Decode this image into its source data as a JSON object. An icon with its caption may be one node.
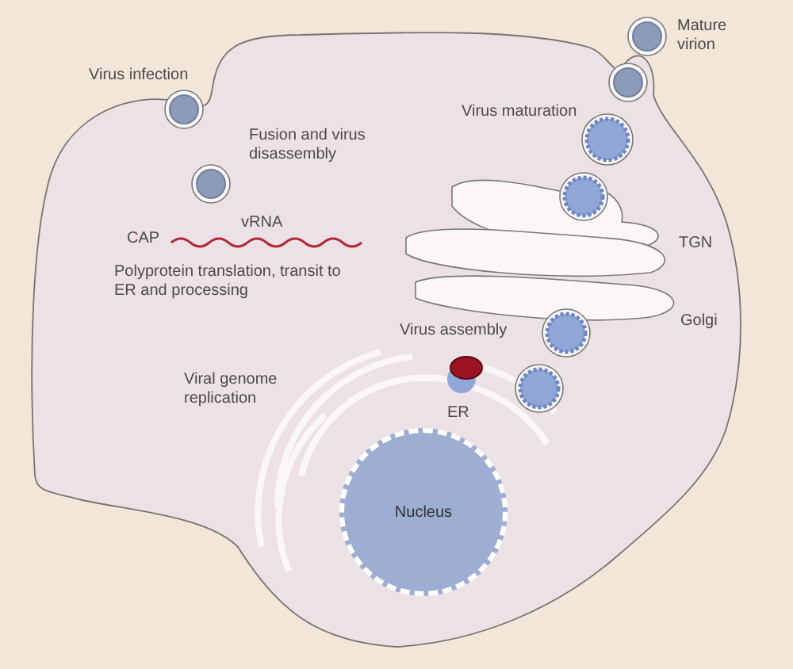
{
  "diagram": {
    "nodes": [
      {
        "text": [
          "Nucleus"
        ]
      }
    ],
    "labels": [
      "Virus infection",
      "Mature virion",
      "Fusion and virus disassembly",
      "Virus maturation",
      "vRNA",
      "CAP",
      "TGN",
      "Polyprotein translation, transit to ER and processing",
      "Golgi",
      "Virus assembly",
      "Viral genome replication",
      "ER"
    ]
  }
}
